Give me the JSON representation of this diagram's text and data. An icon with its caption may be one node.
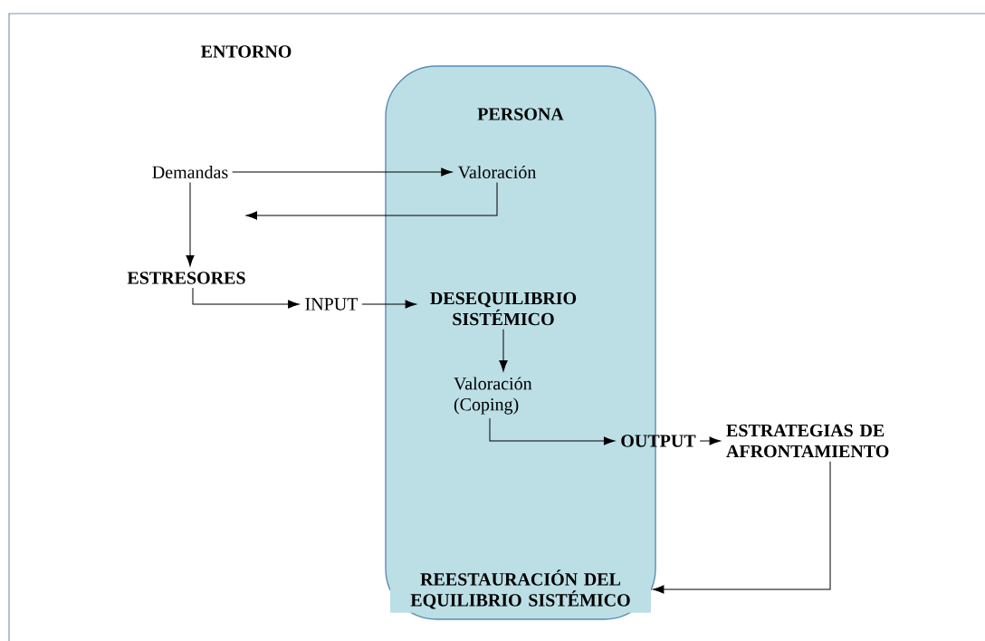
{
  "diagram": {
    "nodes": [
      {
        "text": [
          "PERSONA"
        ]
      },
      {
        "text": [
          "Demandas"
        ]
      },
      {
        "text": [
          "Valoración"
        ],
        "in": 0
      },
      {
        "text": [
          "ESTRESORES"
        ]
      },
      {
        "text": [
          "INPUT"
        ]
      },
      {
        "text": [
          "DESEQUILIBRIO SISTÉMICO"
        ],
        "in": 0
      },
      {
        "text": [
          "Valoración (Coping)"
        ],
        "in": 0
      },
      {
        "text": [
          "OUTPUT"
        ]
      },
      {
        "text": [
          "ESTRATEGIAS DE AFRONTAMIENTO"
        ]
      },
      {
        "text": [
          "REESTAURACIÓN DEL EQUILIBRIO SISTÉMICO"
        ],
        "in": 0
      }
    ],
    "edges": [
      {
        "from": 1,
        "to": 2,
        "arrow": "to"
      },
      {
        "from": 2,
        "to": null,
        "arrow": "to"
      },
      {
        "from": 1,
        "to": 3,
        "arrow": "to"
      },
      {
        "from": 3,
        "to": 4,
        "arrow": "to"
      },
      {
        "from": 4,
        "to": 5,
        "arrow": "to"
      },
      {
        "from": 5,
        "to": 6,
        "arrow": "to"
      },
      {
        "from": 6,
        "to": 7,
        "arrow": "to"
      },
      {
        "from": 7,
        "to": 8,
        "arrow": "to"
      },
      {
        "from": 8,
        "to": 9,
        "arrow": "to"
      }
    ],
    "labels": [
      "ENTORNO"
    ]
  }
}
